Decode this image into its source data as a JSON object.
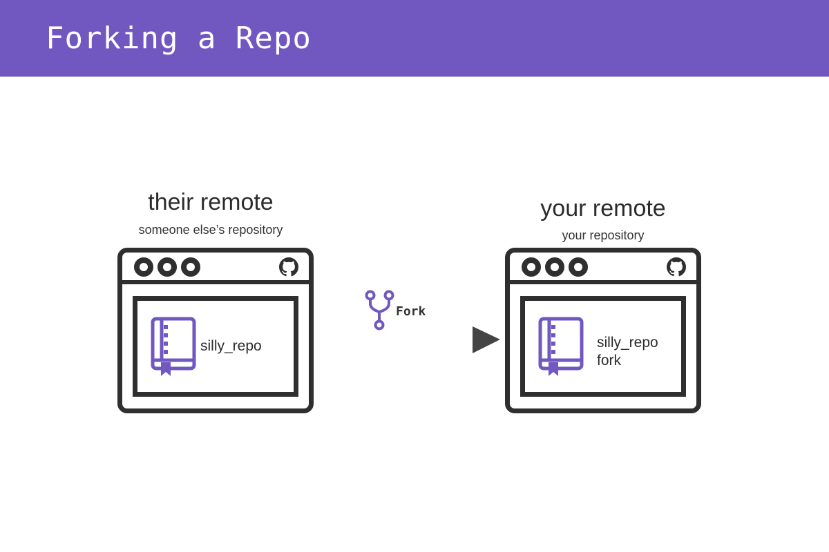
{
  "header": {
    "title": "Forking a Repo"
  },
  "their_remote": {
    "title": "their remote",
    "subtitle": "someone else’s repository",
    "repo_name": "silly_repo"
  },
  "your_remote": {
    "title": "your remote",
    "subtitle": "your repository",
    "repo_name_line1": "silly_repo",
    "repo_name_line2": "fork"
  },
  "fork_action": {
    "label": "Fork"
  },
  "icons": {
    "window_controls": "window-dot-icon",
    "brand": "github-icon",
    "repository": "repo-book-icon",
    "fork": "git-fork-icon"
  },
  "colors": {
    "header_background": "#7157c0",
    "accent": "#7157c0",
    "frame": "#2f2f2f",
    "text": "#2b2b2b"
  }
}
